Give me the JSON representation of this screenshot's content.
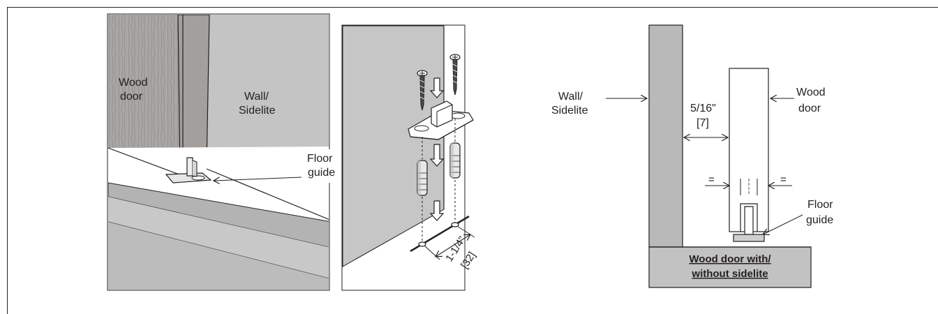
{
  "panel1": {
    "door_label_line1": "Wood",
    "door_label_line2": "door",
    "wall_label_line1": "Wall/",
    "wall_label_line2": "Sidelite",
    "callout_line1": "Floor",
    "callout_line2": "guide"
  },
  "panel2": {
    "spacing_label": "1-1/4\"",
    "spacing_label_mm": "[32]"
  },
  "panel3": {
    "wall_label_line1": "Wall/",
    "wall_label_line2": "Sidelite",
    "door_label_line1": "Wood",
    "door_label_line2": "door",
    "gap_label": "5/16\"",
    "gap_label_mm": "[7]",
    "equal_left": "=",
    "equal_right": "=",
    "guide_label_line1": "Floor",
    "guide_label_line2": "guide",
    "caption_line1": "Wood door with/",
    "caption_line2": "without sidelite"
  },
  "colors": {
    "ink": "#231f20",
    "wall_gray": "#b9b9b9",
    "floor_gray": "#c8c8c8",
    "wood": "#a7a5a3"
  }
}
